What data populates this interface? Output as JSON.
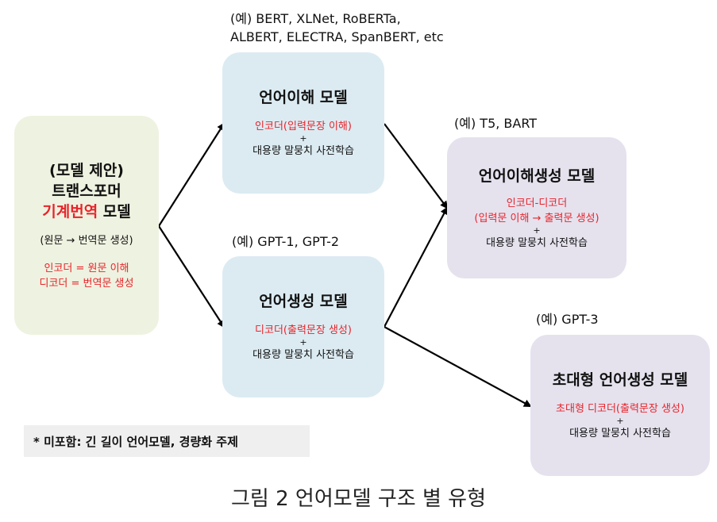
{
  "boxes": {
    "mt": {
      "lines": [
        "(모델 제안)",
        "트랜스포머"
      ],
      "line3_red": "기계번역",
      "line3_black": " 모델",
      "sub": "(원문 → 번역문 생성)",
      "red1": "인코더 = 원문 이해",
      "red2": "디코더 = 번역문 생성"
    },
    "nlu": {
      "title": "언어이해 모델",
      "red": "인코더(입력문장 이해)",
      "plus": "+",
      "pretrain": "대용량 말뭉치 사전학습",
      "example_line1": "(예) BERT, XLNet, RoBERTa,",
      "example_line2": "ALBERT, ELECTRA, SpanBERT, etc"
    },
    "nlg": {
      "title": "언어생성 모델",
      "red": "디코더(출력문장 생성)",
      "plus": "+",
      "pretrain": "대용량 말뭉치 사전학습",
      "example": "(예) GPT-1, GPT-2"
    },
    "nlug": {
      "title": "언어이해생성 모델",
      "red1": "인코더-디코더",
      "red2": "(입력문 이해 → 출력문 생성)",
      "plus": "+",
      "pretrain": "대용량 말뭉치 사전학습",
      "example": "(예) T5, BART"
    },
    "large": {
      "title": "초대형 언어생성 모델",
      "red": "초대형 디코더(출력문장 생성)",
      "plus": "+",
      "pretrain": "대용량 말뭉치 사전학습",
      "example": "(예) GPT-3"
    }
  },
  "note": "* 미포함: 긴 길이 언어모델, 경량화 주제",
  "caption": "그림 2 언어모델 구조 별 유형",
  "colors": {
    "accent_red": "#e8242b",
    "green_box": "#eef2e0",
    "blue_box": "#dcebf2",
    "purple_box": "#e5e2ee"
  }
}
